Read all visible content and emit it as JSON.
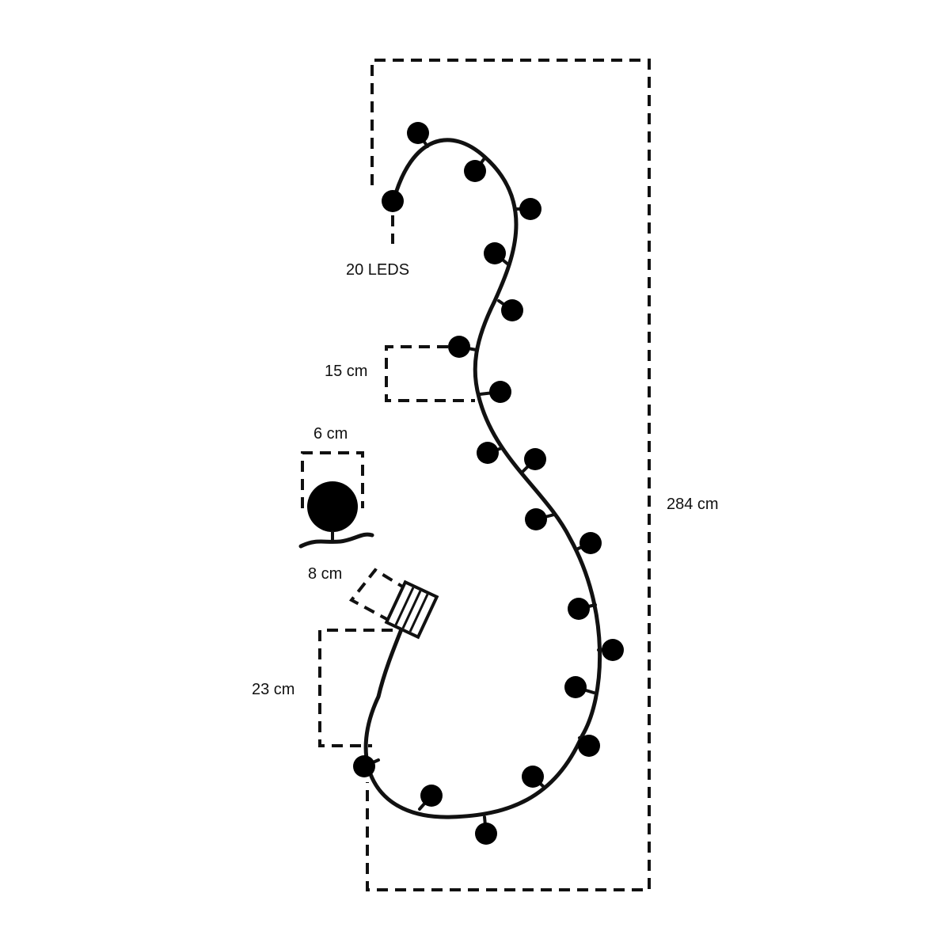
{
  "labels": {
    "led_count": "20 LEDS",
    "spacing": "15 cm",
    "bulb_size": "6 cm",
    "box_size": "8 cm",
    "lead_length": "23 cm",
    "total_length": "284 cm"
  },
  "led_count": 20,
  "colors": {
    "line": "#111111",
    "bulb": "#000000",
    "background": "#ffffff"
  }
}
